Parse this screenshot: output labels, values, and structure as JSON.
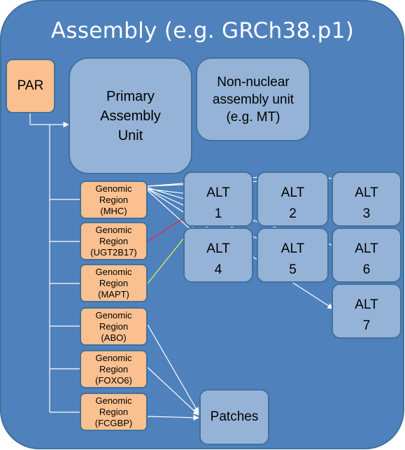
{
  "assembly": {
    "title": "Assembly  (e.g. GRCh38.p1)"
  },
  "par": {
    "label": "PAR"
  },
  "primary_unit": {
    "label": "Primary\nAssembly\nUnit"
  },
  "non_nuclear_unit": {
    "label": "Non-nuclear\nassembly unit\n(e.g. MT)"
  },
  "alts": [
    {
      "label": "ALT\n1"
    },
    {
      "label": "ALT\n2"
    },
    {
      "label": "ALT\n3"
    },
    {
      "label": "ALT\n4"
    },
    {
      "label": "ALT\n5"
    },
    {
      "label": "ALT\n6"
    },
    {
      "label": "ALT\n7"
    }
  ],
  "regions": [
    {
      "label": "Genomic\nRegion\n(MHC)"
    },
    {
      "label": "Genomic\nRegion\n(UGT2B17)"
    },
    {
      "label": "Genomic\nRegion\n(MAPT)"
    },
    {
      "label": "Genomic\nRegion\n(ABO)"
    },
    {
      "label": "Genomic\nRegion\n(FOXO6)"
    },
    {
      "label": "Genomic\nRegion\n(FCGBP)"
    }
  ],
  "patches": {
    "label": "Patches"
  },
  "colors": {
    "assembly_fill": "#4f81bd",
    "unit_fill": "#95b3d7",
    "region_fill": "#fac090",
    "border": "#41719c",
    "arrow_white": "#ffffff",
    "arrow_ugt2b17": "#e8264c",
    "arrow_mapt": "#e6f542"
  }
}
